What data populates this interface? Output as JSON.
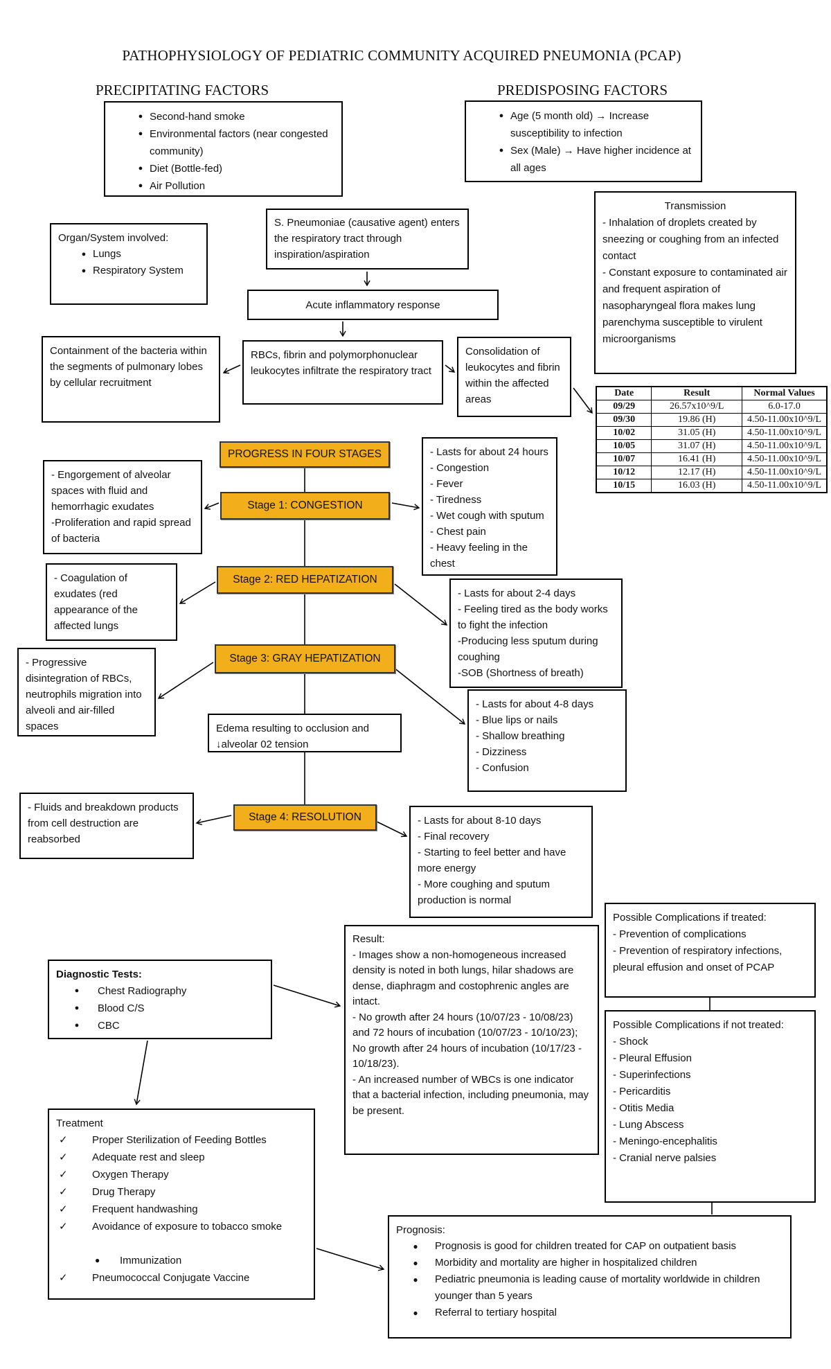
{
  "title": "PATHOPHYSIOLOGY OF PEDIATRIC COMMUNITY ACQUIRED PNEUMONIA (PCAP)",
  "colors": {
    "stage_fill": "#F3AE1B"
  },
  "glyphs": {
    "bullet": "●",
    "check": "✓"
  },
  "headings": {
    "precipitating": "PRECIPITATING FACTORS",
    "predisposing": "PREDISPOSING FACTORS"
  },
  "precipitating": {
    "items": [
      "Second-hand smoke",
      "Environmental factors (near congested community)",
      "Diet (Bottle-fed)",
      "Air Pollution"
    ]
  },
  "predisposing": {
    "items": [
      "Age (5 month old) → Increase susceptibility to infection",
      "Sex (Male) → Have higher incidence at all ages"
    ]
  },
  "organ": {
    "title": "Organ/System involved:",
    "items": [
      "Lungs",
      "Respiratory System"
    ]
  },
  "transmission": {
    "title": "Transmission",
    "lines": [
      "- Inhalation of droplets created by sneezing or coughing from an infected contact",
      "- Constant exposure to contaminated air and frequent aspiration of nasopharyngeal flora makes lung parenchyma susceptible to virulent microorganisms"
    ]
  },
  "flow": {
    "spneumoniae": "S. Pneumoniae (causative agent) enters the respiratory tract through inspiration/aspiration",
    "acute": "Acute inflammatory response",
    "containment": "Containment of the bacteria within the segments of pulmonary lobes by cellular recruitment",
    "rbcs": "RBCs, fibrin and polymorphonuclear leukocytes infiltrate the respiratory tract",
    "consolidation": "Consolidation of leukocytes and fibrin within the affected areas"
  },
  "lab_table": {
    "headers": [
      "Date",
      "Result",
      "Normal Values"
    ],
    "rows": [
      [
        "09/29",
        "26.57x10^9/L",
        "6.0-17.0"
      ],
      [
        "09/30",
        "19.86 (H)",
        "4.50-11.00x10^9/L"
      ],
      [
        "10/02",
        "31.05 (H)",
        "4.50-11.00x10^9/L"
      ],
      [
        "10/05",
        "31.07 (H)",
        "4.50-11.00x10^9/L"
      ],
      [
        "10/07",
        "16.41 (H)",
        "4.50-11.00x10^9/L"
      ],
      [
        "10/12",
        "12.17 (H)",
        "4.50-11.00x10^9/L"
      ],
      [
        "10/15",
        "16.03 (H)",
        "4.50-11.00x10^9/L"
      ]
    ]
  },
  "stages": {
    "progress_label": "PROGRESS IN FOUR STAGES",
    "stage1": {
      "label": "Stage 1: CONGESTION",
      "left_lines": [
        "- Engorgement of alveolar spaces with fluid and hemorrhagic exudates",
        "-Proliferation and rapid spread of bacteria"
      ],
      "right_lines": [
        "- Lasts for about 24 hours",
        "- Congestion",
        "- Fever",
        "- Tiredness",
        "- Wet cough with sputum",
        "- Chest pain",
        "- Heavy feeling in the chest"
      ]
    },
    "stage2": {
      "label": "Stage 2: RED HEPATIZATION",
      "left_lines": [
        "- Coagulation of exudates (red appearance of the affected lungs"
      ],
      "right_lines": [
        "- Lasts for about 2-4 days",
        "- Feeling tired as the body works to fight the infection",
        "-Producing less sputum during coughing",
        "-SOB (Shortness of breath)"
      ]
    },
    "stage3": {
      "label": "Stage 3: GRAY HEPATIZATION",
      "left_lines": [
        "- Progressive disintegration of RBCs, neutrophils migration into alveoli and air-filled spaces"
      ],
      "right_lines": [
        "- Lasts for about 4-8 days",
        "- Blue lips or nails",
        "- Shallow breathing",
        "- Dizziness",
        "- Confusion"
      ]
    },
    "edema": "Edema resulting to occlusion and ↓alveolar 02 tension",
    "stage4": {
      "label": "Stage 4: RESOLUTION",
      "left_lines": [
        "- Fluids and breakdown products from cell destruction are reabsorbed"
      ],
      "right_lines": [
        "- Lasts for about 8-10 days",
        "- Final recovery",
        "- Starting to feel better and have more energy",
        "- More coughing and sputum production is normal"
      ]
    }
  },
  "result": {
    "title": "Result:",
    "paragraphs": [
      "- Images show a non-homogeneous increased density is noted in both lungs, hilar shadows are dense, diaphragm and costophrenic angles are intact.",
      "-  No growth after 24 hours (10/07/23 - 10/08/23) and 72 hours of incubation (10/07/23 - 10/10/23); No growth after 24 hours of incubation (10/17/23 - 10/18/23).",
      "- An increased number of WBCs is one indicator that a bacterial infection, including pneumonia, may be present."
    ]
  },
  "complications_treated": {
    "title": "Possible Complications if treated:",
    "lines": [
      "- Prevention of complications",
      "- Prevention of respiratory infections, pleural effusion and onset of PCAP"
    ]
  },
  "complications_untreated": {
    "title": "Possible Complications if not treated:",
    "lines": [
      "- Shock",
      "- Pleural Effusion",
      "- Superinfections",
      "- Pericarditis",
      "- Otitis Media",
      "- Lung Abscess",
      "- Meningo-encephalitis",
      "- Cranial nerve palsies"
    ]
  },
  "diagnostic": {
    "title": "Diagnostic Tests:",
    "items": [
      "Chest Radiography",
      "Blood C/S",
      "CBC"
    ]
  },
  "treatment": {
    "title": "Treatment",
    "checked_items": [
      "Proper Sterilization of Feeding Bottles",
      "Adequate rest and sleep",
      "Oxygen Therapy",
      "Drug Therapy",
      "Frequent handwashing",
      "Avoidance of exposure to tobacco smoke"
    ],
    "bullet_item": "Immunization",
    "final_checked_item": "Pneumococcal Conjugate Vaccine"
  },
  "prognosis": {
    "title": "Prognosis:",
    "items": [
      "Prognosis is good for children treated for CAP on outpatient basis",
      "Morbidity and mortality are higher in hospitalized children",
      "Pediatric pneumonia is leading cause of mortality worldwide in children younger than 5 years",
      "Referral to tertiary hospital"
    ]
  }
}
